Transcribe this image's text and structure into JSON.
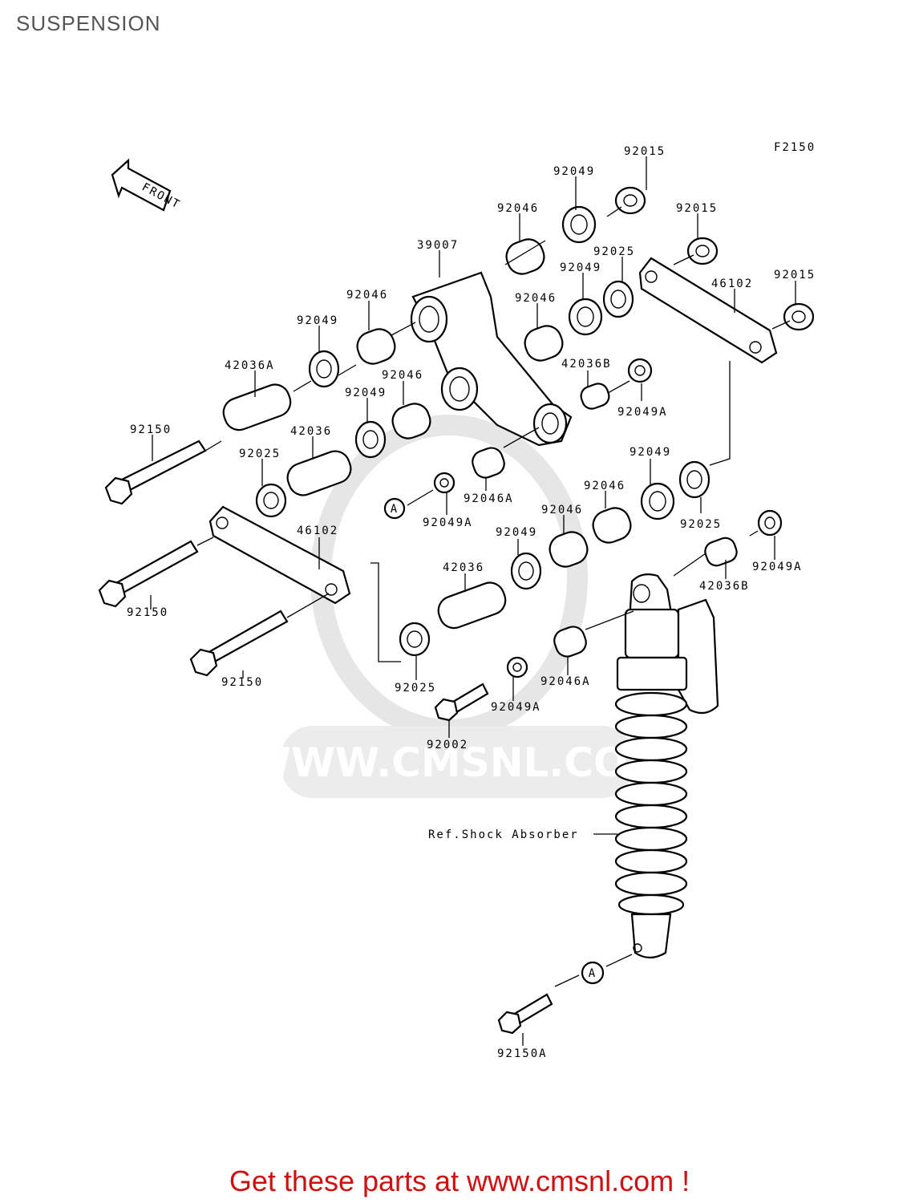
{
  "page": {
    "title": "SUSPENSION",
    "figure_code": "F2150",
    "front_label": "FRONT",
    "watermark": "WWW.CMSNL.COM",
    "footer": "Get these parts at www.cmsnl.com !"
  },
  "labels": {
    "p92015_top": "92015",
    "p92049_top": "92049",
    "p92046_top": "92046",
    "p92015_mid": "92015",
    "p39007": "39007",
    "p92025_top": "92025",
    "p92049_mid": "92049",
    "p46102_top": "46102",
    "p92015_right": "92015",
    "p92046_left": "92046",
    "p92046_mid": "92046",
    "p92049_left": "92049",
    "p42036A": "42036A",
    "p42036B_top": "42036B",
    "p92046_c": "92046",
    "p92049_c": "92049",
    "p92049A_top": "92049A",
    "p92150_1": "92150",
    "p42036_left": "42036",
    "p92025_left": "92025",
    "p92046A_top": "92046A",
    "pA_top": "A",
    "p92049A_mid": "92049A",
    "p92049_right": "92049",
    "p92046_r1": "92046",
    "p92046_r2": "92046",
    "p92025_right": "92025",
    "p46102_bottom": "46102",
    "p92049_r3": "92049",
    "p42036_bottom": "42036",
    "p92049A_right": "92049A",
    "p42036B_right": "42036B",
    "p92150_2": "92150",
    "p92150_3": "92150",
    "p92025_bottom": "92025",
    "p92046A_bottom": "92046A",
    "p92049A_bottom": "92049A",
    "p92002": "92002",
    "ref_shock": "Ref.Shock Absorber",
    "pA_bottom": "A",
    "p92150A": "92150A"
  }
}
